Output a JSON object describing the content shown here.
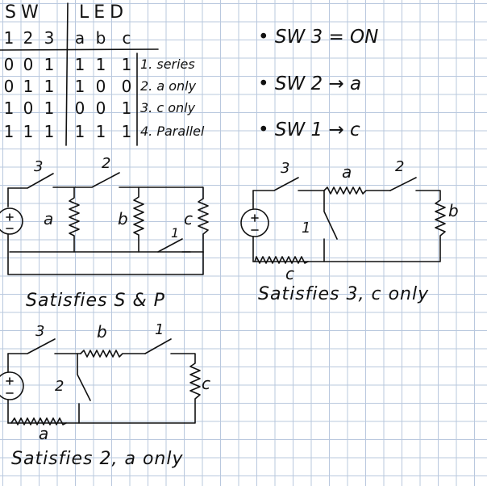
{
  "truth_table": {
    "group_headers": [
      "SW",
      "LED"
    ],
    "column_headers": [
      "1",
      "2",
      "3",
      "a",
      "b",
      "c"
    ],
    "rows": [
      {
        "cells": [
          "0",
          "0",
          "1",
          "1",
          "1",
          "1"
        ],
        "result": "1. series"
      },
      {
        "cells": [
          "0",
          "1",
          "1",
          "1",
          "0",
          "0"
        ],
        "result": "2. a only"
      },
      {
        "cells": [
          "1",
          "0",
          "1",
          "0",
          "0",
          "1"
        ],
        "result": "3. c only"
      },
      {
        "cells": [
          "1",
          "1",
          "1",
          "1",
          "1",
          "1"
        ],
        "result": "4. Parallel"
      }
    ]
  },
  "notes": [
    "• SW 3 = ON",
    "• SW 2 → a",
    "• SW 1 → c"
  ],
  "circuits": [
    {
      "caption": "Satisfies S & P",
      "switch_labels": [
        "3",
        "2",
        "1"
      ],
      "resistor_labels": [
        "a",
        "b",
        "c"
      ]
    },
    {
      "caption": "Satisfies 3, c only",
      "switch_labels": [
        "3",
        "2",
        "1"
      ],
      "resistor_labels": [
        "a",
        "b",
        "c"
      ]
    },
    {
      "caption": "Satisfies 2, a only",
      "switch_labels": [
        "3",
        "2",
        "1"
      ],
      "resistor_labels": [
        "b",
        "c",
        "a"
      ]
    }
  ]
}
